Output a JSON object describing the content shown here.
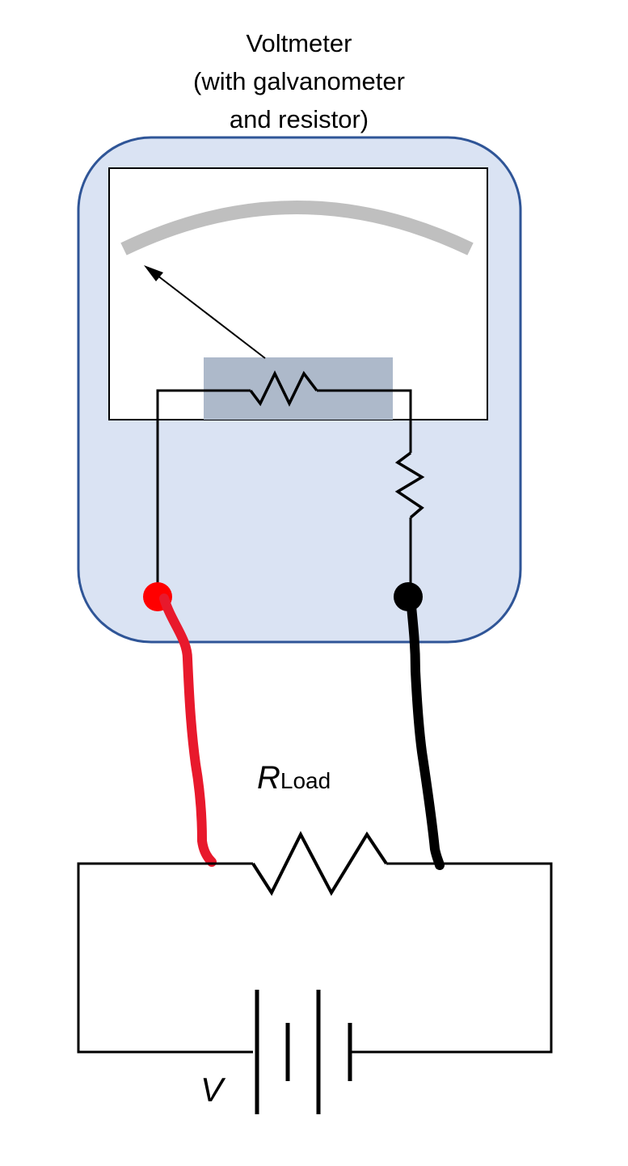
{
  "title": {
    "lines": [
      "Voltmeter",
      "(with galvanometer",
      "and resistor)"
    ]
  },
  "labels": {
    "load_main": "R",
    "load_sub": "Load",
    "source": "V"
  },
  "colors": {
    "case_fill": "#dae3f3",
    "case_stroke": "#2f5597",
    "arc": "#bfbfbf",
    "coil_block": "#adb9ca",
    "positive_lead": "#e8192c",
    "negative_lead": "#000000",
    "wire": "#000000"
  }
}
